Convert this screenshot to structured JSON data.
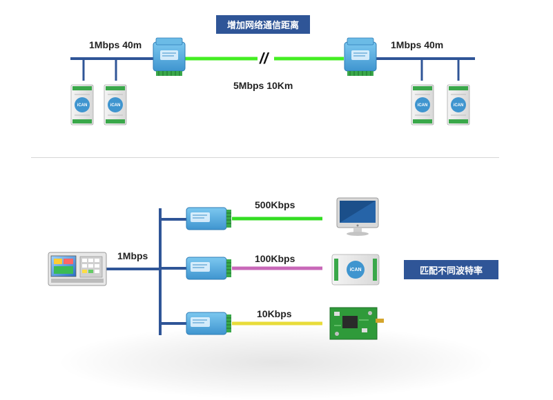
{
  "top": {
    "title_tag": "增加网络通信距离",
    "left_label": "1Mbps 40m",
    "right_label": "1Mbps 40m",
    "middle_label": "5Mbps 10Km",
    "break_mark": "//"
  },
  "bottom": {
    "source_label": "1Mbps",
    "side_tag": "匹配不同波特率",
    "links": [
      {
        "label": "500Kbps",
        "color": "#33dd22"
      },
      {
        "label": "100Kbps",
        "color": "#c868b8"
      },
      {
        "label": "10Kbps",
        "color": "#e8dc3a"
      }
    ]
  },
  "colors": {
    "bus": "#2f5597",
    "fiber": "#44ee22",
    "device_blue": "#5aaee0",
    "tag_bg": "#2f5597"
  },
  "icons": {
    "converter": "can-bridge-module-icon",
    "can_node": "icamn-can-node-icon",
    "monitor": "computer-monitor-icon",
    "pcb": "wireless-pcb-board-icon",
    "plc": "touch-panel-plc-icon"
  }
}
